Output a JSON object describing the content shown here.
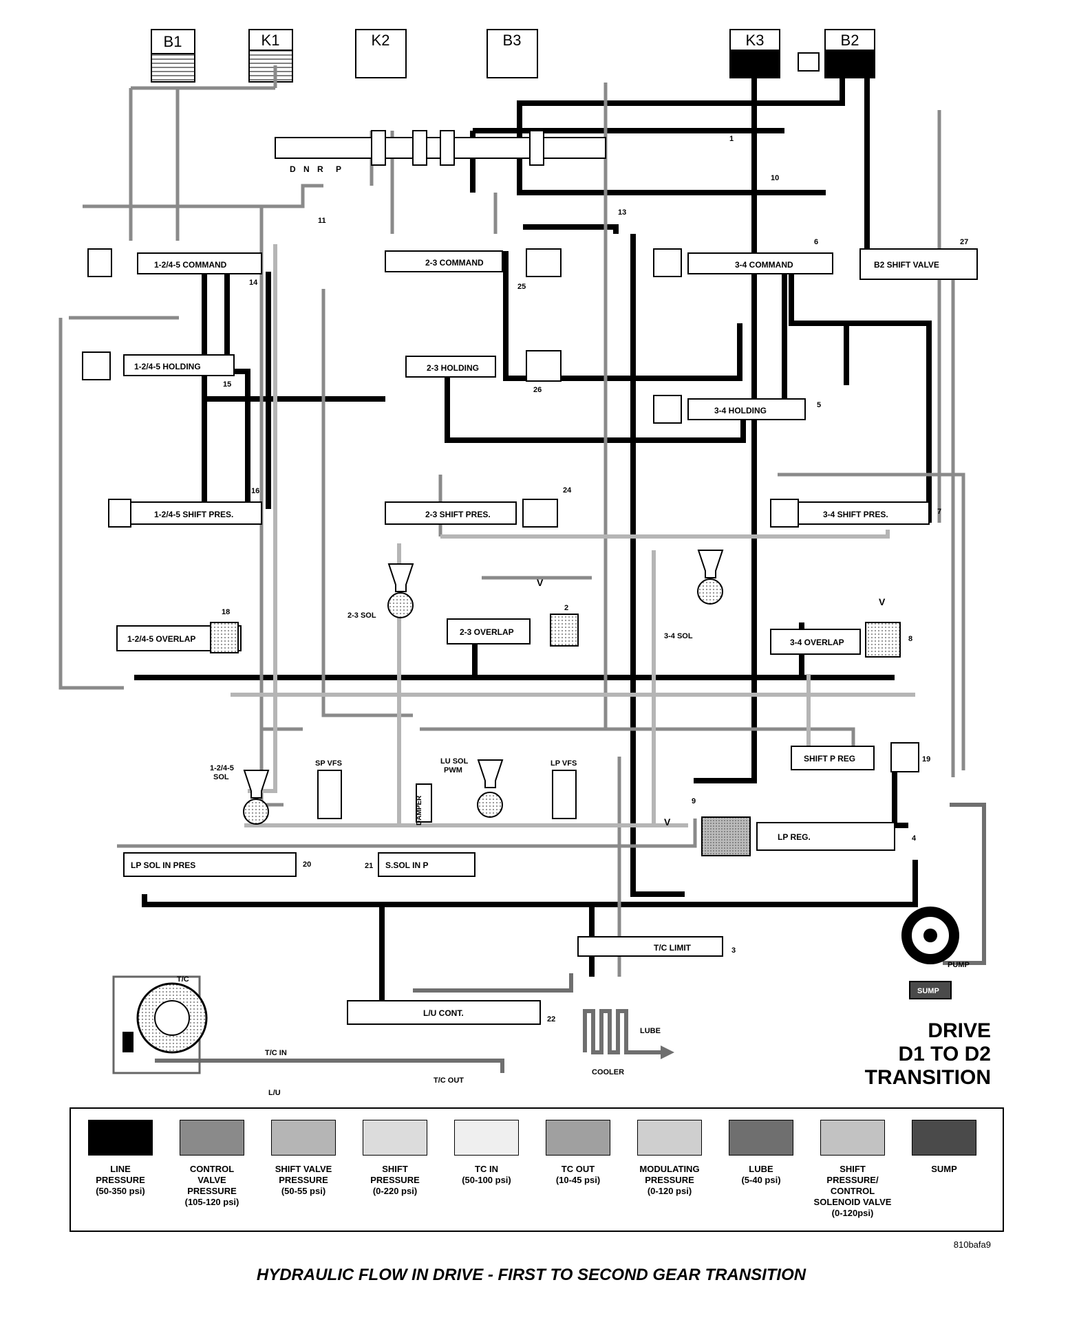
{
  "tanks": [
    {
      "label": "B1",
      "style": "hatched"
    },
    {
      "label": "K1",
      "style": "hatched"
    },
    {
      "label": "K2",
      "style": "empty"
    },
    {
      "label": "B3",
      "style": "empty"
    },
    {
      "label": "K3",
      "style": "line"
    },
    {
      "label": "B2",
      "style": "line"
    }
  ],
  "selector": [
    "D",
    "N",
    "R",
    "P"
  ],
  "valves": {
    "v_1245_command": "1-2/4-5 COMMAND",
    "v_23_command": "2-3 COMMAND",
    "v_34_command": "3-4 COMMAND",
    "v_b2_shift": "B2 SHIFT VALVE",
    "v_1245_holding": "1-2/4-5 HOLDING",
    "v_23_holding": "2-3 HOLDING",
    "v_34_holding": "3-4 HOLDING",
    "v_1245_shiftpres": "1-2/4-5 SHIFT PRES.",
    "v_23_shiftpres": "2-3 SHIFT PRES.",
    "v_34_shiftpres": "3-4 SHIFT PRES.",
    "v_1245_overlap": "1-2/4-5 OVERLAP",
    "v_23_overlap": "2-3 OVERLAP",
    "v_34_overlap": "3-4 OVERLAP",
    "v_shift_p_reg": "SHIFT P REG",
    "v_lp_reg": "LP REG.",
    "v_lp_sol_in": "LP SOL IN PRES",
    "v_s_sol_in": "S.SOL IN P",
    "v_tc_limit": "T/C LIMIT",
    "v_lu_cont": "L/U CONT."
  },
  "solenoids": {
    "sol_23": "2-3 SOL",
    "sol_34": "3-4 SOL",
    "sol_1245": "1-2/4-5\nSOL",
    "sp_vfs": "SP VFS",
    "lu_sol_pwm": "LU SOL\nPWM",
    "lp_vfs": "LP VFS",
    "damper": "DAMPER"
  },
  "callouts": [
    "1",
    "2",
    "3",
    "4",
    "5",
    "6",
    "7",
    "8",
    "9",
    "10",
    "11",
    "13",
    "14",
    "15",
    "16",
    "18",
    "19",
    "20",
    "21",
    "22",
    "24",
    "25",
    "26",
    "27"
  ],
  "misc": {
    "tc": "T/C",
    "tc_in": "T/C IN",
    "tc_out": "T/C OUT",
    "lu": "L/U",
    "cooler": "COOLER",
    "lube": "LUBE",
    "pump": "PUMP",
    "sump": "SUMP",
    "v_mark": "V"
  },
  "title": {
    "line1": "DRIVE",
    "line2": "D1 TO D2",
    "line3": "TRANSITION"
  },
  "legend": [
    {
      "label": "LINE\nPRESSURE\n(50-350 psi)",
      "color": "#000000"
    },
    {
      "label": "CONTROL\nVALVE\nPRESSURE\n(105-120 psi)",
      "color": "#8a8a8a"
    },
    {
      "label": "SHIFT VALVE\nPRESSURE\n(50-55 psi)",
      "color": "#b5b5b5"
    },
    {
      "label": "SHIFT\nPRESSURE\n(0-220 psi)",
      "color": "#dcdcdc"
    },
    {
      "label": "TC IN\n(50-100 psi)",
      "color": "#efefef"
    },
    {
      "label": "TC OUT\n(10-45 psi)",
      "color": "#a0a0a0"
    },
    {
      "label": "MODULATING\nPRESSURE\n(0-120 psi)",
      "color": "#cfcfcf"
    },
    {
      "label": "LUBE\n(5-40 psi)",
      "color": "#6f6f6f"
    },
    {
      "label": "SHIFT\nPRESSURE/\nCONTROL\nSOLENOID VALVE\n(0-120psi)",
      "color": "#c2c2c2"
    },
    {
      "label": "SUMP",
      "color": "#4a4a4a"
    }
  ],
  "figure_id": "810bafa9",
  "caption": "HYDRAULIC FLOW IN DRIVE - FIRST TO SECOND GEAR TRANSITION"
}
